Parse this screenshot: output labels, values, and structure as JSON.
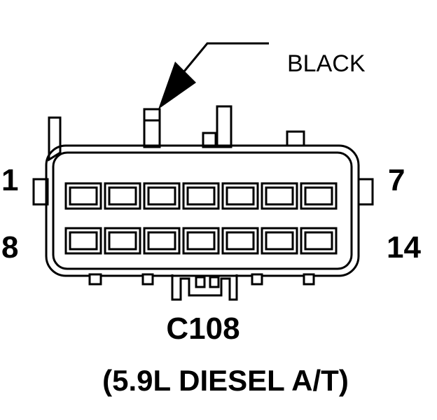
{
  "connector": {
    "wire_color_label": "BLACK",
    "pin_labels": {
      "top_left": "1",
      "top_right": "7",
      "bottom_left": "8",
      "bottom_right": "14"
    },
    "name": "C108",
    "variant": "(5.9L DIESEL A/T)",
    "cavity_rows": 2,
    "cavities_per_row": 7
  },
  "colors": {
    "line": "#000000",
    "background": "#ffffff"
  }
}
